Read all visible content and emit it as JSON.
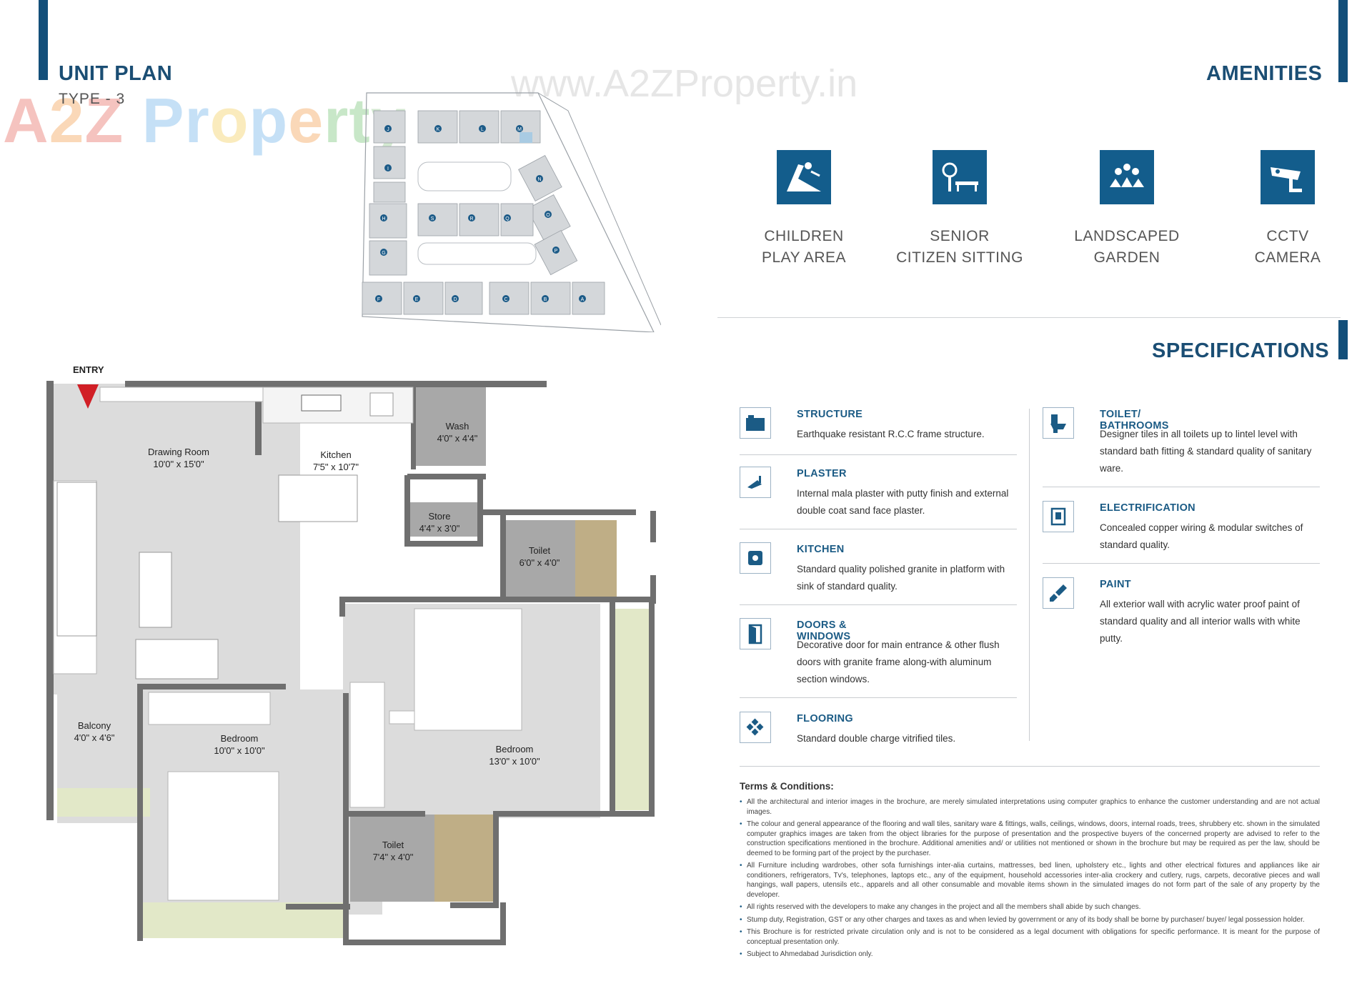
{
  "watermark": {
    "url": "www.A2ZProperty.in",
    "logo": [
      "A",
      "2",
      "Z",
      " ",
      "P",
      "r",
      "o",
      "p",
      "e",
      "r",
      "t",
      "y"
    ],
    "logo_colors": [
      "#e24c3f",
      "#f08c2a",
      "#e24c3f",
      "#ffffff",
      "#53a4e6",
      "#53a4e6",
      "#f2c53a",
      "#53a4e6",
      "#f08c2a",
      "#5cb85c",
      "#5cb85c",
      "#7ec07a"
    ]
  },
  "unit_plan": {
    "title": "UNIT PLAN",
    "type": "TYPE - 3",
    "entry_label": "ENTRY",
    "site_blocks": [
      "J",
      "K",
      "L",
      "M",
      "I",
      "N",
      "O",
      "H",
      "S",
      "R",
      "Q",
      "P",
      "G",
      "F",
      "E",
      "D",
      "C",
      "B",
      "A"
    ],
    "rooms": [
      {
        "name": "Drawing Room",
        "size": "10'0\" x 15'0\""
      },
      {
        "name": "Kitchen",
        "size": "7'5\" x 10'7\""
      },
      {
        "name": "Wash",
        "size": "4'0\" x 4'4\""
      },
      {
        "name": "Store",
        "size": "4'4\" x 3'0\""
      },
      {
        "name": "Toilet",
        "size": "6'0\" x 4'0\""
      },
      {
        "name": "Balcony",
        "size": "4'0\" x 4'6\""
      },
      {
        "name": "Bedroom",
        "size": "10'0\" x 10'0\""
      },
      {
        "name": "Bedroom",
        "size": "13'0\" x 10'0\""
      },
      {
        "name": "Toilet",
        "size": "7'4\" x 4'0\""
      }
    ]
  },
  "amenities": {
    "title": "AMENITIES",
    "items": [
      {
        "line1": "CHILDREN",
        "line2": "PLAY AREA",
        "icon": "slide-icon"
      },
      {
        "line1": "SENIOR",
        "line2": "CITIZEN SITTING",
        "icon": "bench-icon"
      },
      {
        "line1": "LANDSCAPED",
        "line2": "GARDEN",
        "icon": "flowers-icon"
      },
      {
        "line1": "CCTV",
        "line2": "CAMERA",
        "icon": "cctv-icon"
      }
    ]
  },
  "specifications": {
    "title": "SPECIFICATIONS",
    "left": [
      {
        "title": "STRUCTURE",
        "text": "Earthquake resistant R.C.C frame structure.",
        "icon": "building-icon"
      },
      {
        "title": "PLASTER",
        "text": "Internal mala plaster with putty finish and external double coat sand face plaster.",
        "icon": "trowel-icon"
      },
      {
        "title": "KITCHEN",
        "text": "Standard quality polished granite in platform with sink of standard quality.",
        "icon": "stove-icon"
      },
      {
        "title": "DOORS & WINDOWS",
        "text": "Decorative door for main entrance & other flush doors with granite frame along-with aluminum section windows.",
        "icon": "door-icon"
      },
      {
        "title": "FLOORING",
        "text": "Standard double charge vitrified tiles.",
        "icon": "tiles-icon"
      }
    ],
    "right": [
      {
        "title": "TOILET/ BATHROOMS",
        "text": "Designer tiles in all toilets up to lintel level with standard bath fitting & standard quality of sanitary ware.",
        "icon": "toilet-icon"
      },
      {
        "title": "ELECTRIFICATION",
        "text": "Concealed copper wiring & modular switches of standard quality.",
        "icon": "switch-icon"
      },
      {
        "title": "PAINT",
        "text": "All exterior wall with acrylic water proof paint of standard quality and all interior walls with white putty.",
        "icon": "paint-brush-icon"
      }
    ]
  },
  "terms": {
    "title": "Terms & Conditions:",
    "items": [
      "All the architectural and interior images in the brochure, are merely simulated interpretations using computer graphics to enhance the customer understanding and are not actual images.",
      "The colour and general appearance of the flooring and wall tiles, sanitary ware & fittings, walls, ceilings, windows, doors, internal roads, trees, shrubbery etc. shown in the simulated computer graphics images are taken from the object libraries for the purpose of presentation and the prospective buyers of the concerned property are advised to refer to the construction specifications mentioned in the brochure. Additional amenities and/ or utilities not mentioned or shown in the brochure but may be required as per the law, should be deemed to be forming part of the project by the purchaser.",
      "All Furniture including wardrobes, other sofa furnishings inter-alia curtains, mattresses, bed linen, upholstery etc., lights and other electrical fixtures and appliances like air conditioners, refrigerators, Tv's, telephones, laptops etc., any of the equipment, household accessories inter-alia crockery and cutlery, rugs, carpets, decorative pieces and wall hangings, wall papers, utensils etc., apparels and all other consumable and movable items shown in the simulated images do not form part of the sale of any property by the developer.",
      "All rights reserved with the developers to make any changes in the project and all the members shall abide by such changes.",
      "Stump duty, Registration, GST or any other charges and taxes as and when levied by government or any of its body shall be borne by purchaser/ buyer/ legal possession holder.",
      "This Brochure is for restricted private circulation only and is not to be considered as a legal document with obligations for specific performance. It is meant for the purpose of conceptual presentation only.",
      "Subject to Ahmedabad Jurisdiction only."
    ]
  }
}
